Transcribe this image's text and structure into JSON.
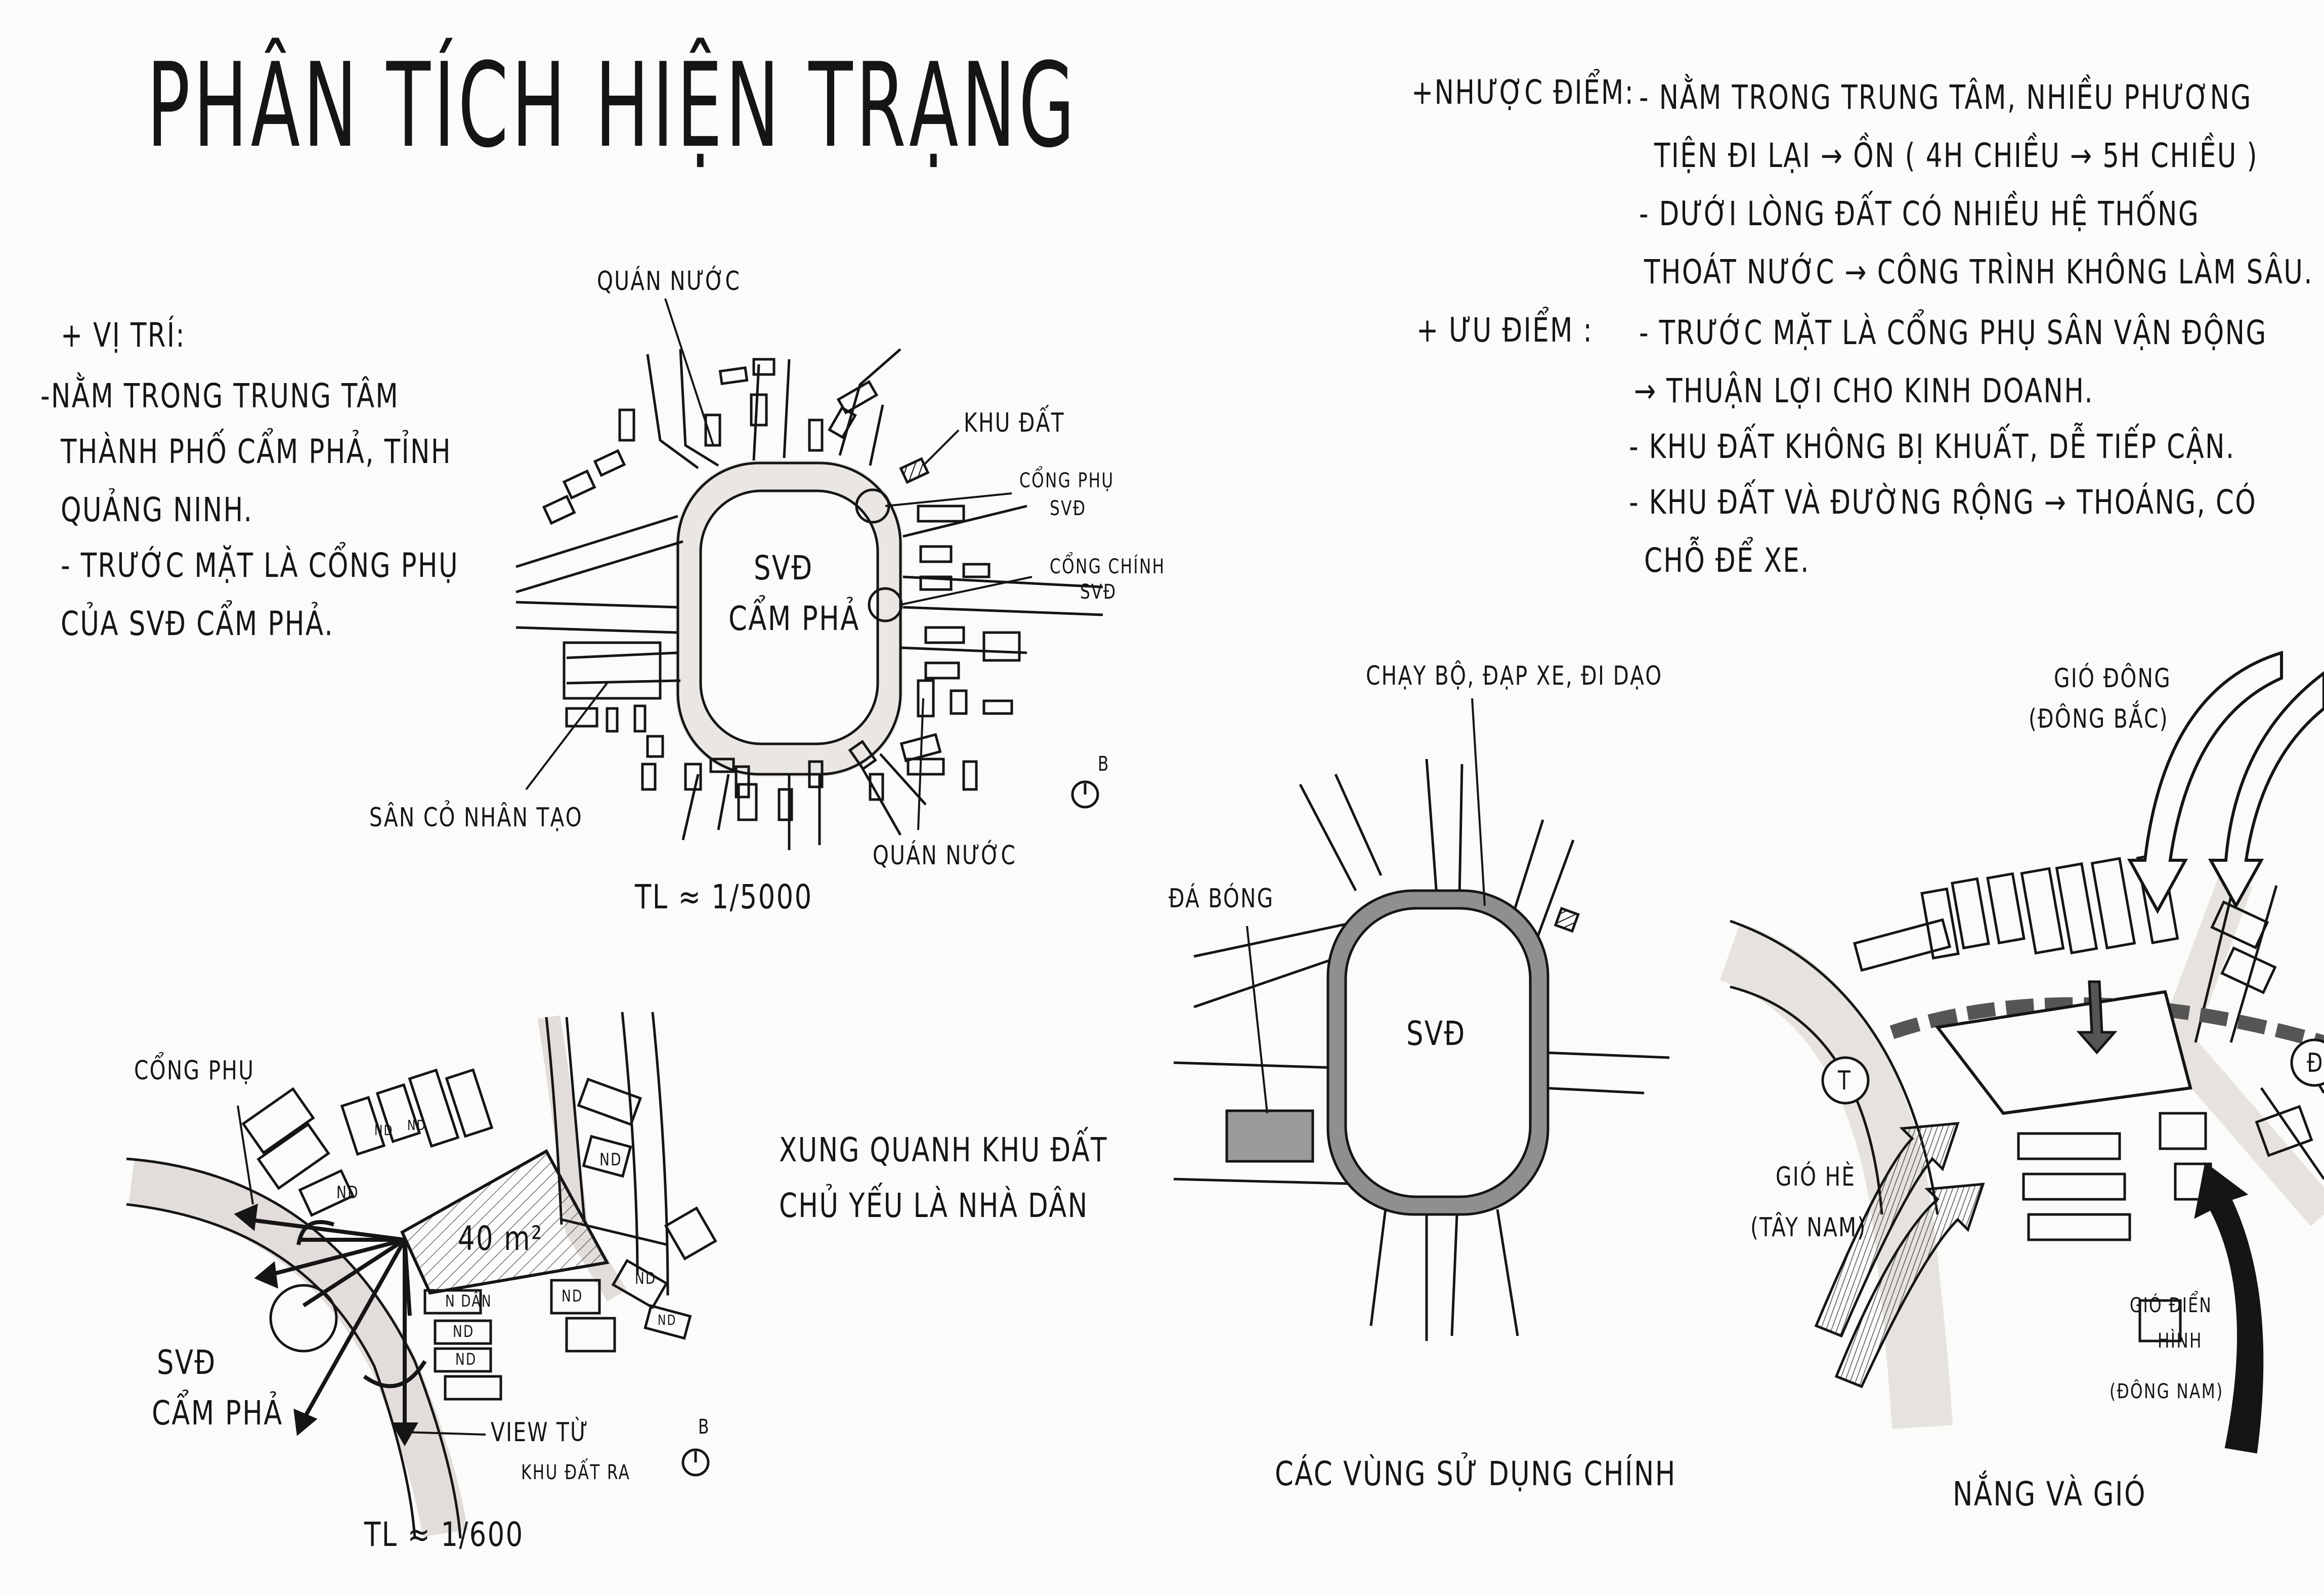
{
  "title": "PHÂN TÍCH HIỆN TRẠNG",
  "location": {
    "heading": "+ VỊ TRÍ:",
    "lines": [
      "-NẰM TRONG TRUNG TÂM",
      "THÀNH PHỐ CẨM PHẢ, TỈNH",
      "QUẢNG NINH.",
      "- TRƯỚC MẶT LÀ CỔNG PHỤ",
      "CỦA SVĐ CẨM PHẢ."
    ]
  },
  "disadvantages": {
    "heading": "+NHƯỢC ĐIỂM:",
    "lines": [
      "- NẰM TRONG TRUNG TÂM, NHIỀU PHƯƠNG",
      "TIỆN ĐI LẠI → ỒN ( 4H CHIỀU → 5H CHIỀU )",
      "- DƯỚI LÒNG ĐẤT CÓ NHIỀU HỆ THỐNG",
      "THOÁT NƯỚC → CÔNG TRÌNH KHÔNG LÀM SÂU."
    ]
  },
  "advantages": {
    "heading": "+ ƯU ĐIỂM :",
    "lines": [
      "- TRƯỚC MẶT LÀ CỔNG PHỤ SÂN VẬN ĐỘNG",
      "→ THUẬN LỢI CHO KINH DOANH.",
      "- KHU ĐẤT KHÔNG BỊ KHUẤT, DỄ TIẾP CẬN.",
      "- KHU ĐẤT VÀ ĐƯỜNG RỘNG → THOÁNG, CÓ",
      "CHỖ ĐỂ XE."
    ]
  },
  "map1": {
    "stadium": [
      "SVĐ",
      "CẨM PHẢ"
    ],
    "labels": {
      "cafe_top": "QUÁN NƯỚC",
      "site": "KHU ĐẤT",
      "side_gate": [
        "CỔNG PHỤ",
        "SVĐ"
      ],
      "main_gate": [
        "CỔNG CHÍNH",
        "SVĐ"
      ],
      "turf": "SÂN CỎ NHÂN TẠO",
      "cafe_bottom": "QUÁN NƯỚC",
      "north": "B"
    },
    "scale": "TL ≈ 1/5000"
  },
  "map2": {
    "labels": {
      "gate": "CỔNG PHỤ",
      "area": "40 m²",
      "stadium": [
        "SVĐ",
        "CẨM PHẢ"
      ],
      "view": [
        "VIEW TỪ",
        "KHU ĐẤT RA"
      ],
      "north": "B",
      "houses": [
        "ND",
        "ND",
        "ND",
        "ND",
        "ND",
        "N DÂN",
        "ND",
        "ND",
        "ND",
        "ND"
      ]
    },
    "scale": "TL ≈ 1/600"
  },
  "surroundings": [
    "XUNG QUANH KHU ĐẤT",
    "CHỦ YẾU LÀ NHÀ DÂN"
  ],
  "map3": {
    "labels": {
      "activity": "CHẠY BỘ, ĐẠP XE, ĐI DẠO",
      "football": "ĐÁ BÓNG",
      "stadium": "SVĐ"
    },
    "caption": "CÁC VÙNG SỬ DỤNG CHÍNH"
  },
  "map4": {
    "labels": {
      "east_wind": [
        "GIÓ ĐÔNG",
        "(ĐÔNG BẮC)"
      ],
      "summer_wind": [
        "GIÓ HÈ",
        "(TÂY NAM)"
      ],
      "typical_wind": [
        "GIÓ ĐIỂN",
        "HÌNH",
        "(ĐÔNG NAM)"
      ],
      "west": "T",
      "east": "Đ"
    },
    "caption": "NẮNG VÀ GIÓ"
  },
  "colors": {
    "ink": "#151515",
    "road": "#e9e6e3",
    "stadium_ring": "#8f8f8f",
    "field_fill": "#9a9a9a",
    "paper": "#fbfbf9"
  }
}
